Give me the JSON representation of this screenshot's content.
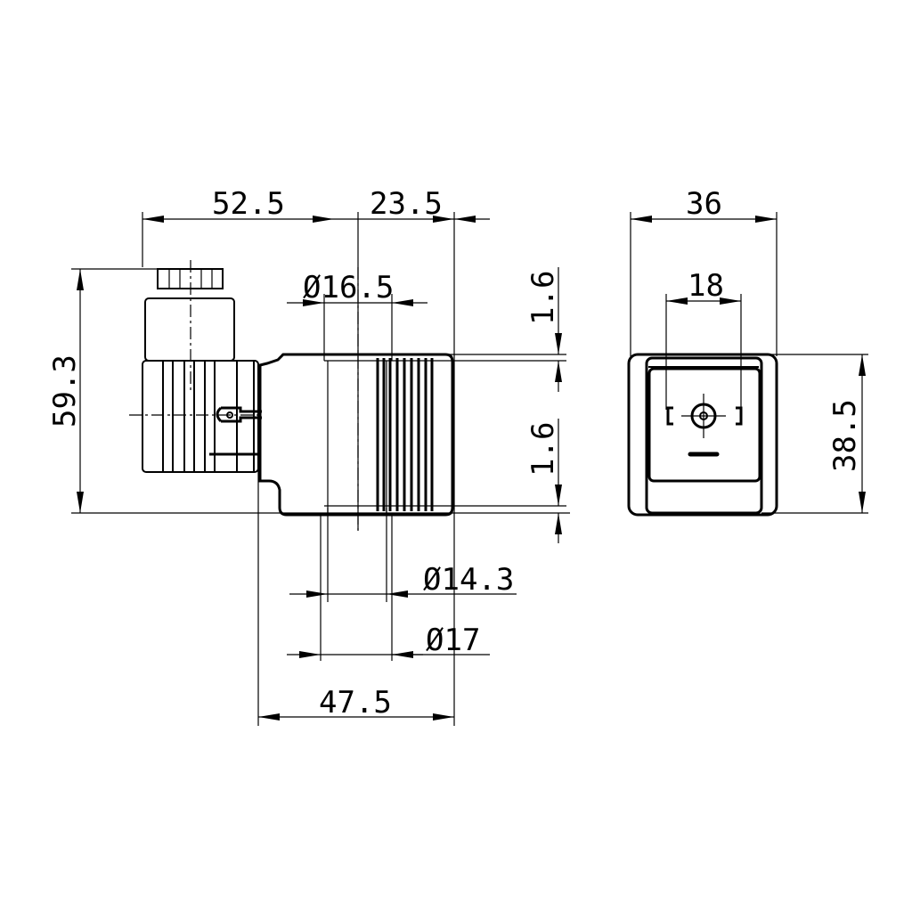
{
  "drawing": {
    "side_view": {
      "dims": {
        "width_left": "52.5",
        "width_right": "23.5",
        "dia_top": "Ø16.5",
        "height": "59.3",
        "gap_top": "1.6",
        "gap_bottom": "1.6",
        "dia_inner": "Ø14.3",
        "dia_outer": "Ø17",
        "body_length": "47.5"
      }
    },
    "front_view": {
      "dims": {
        "width": "36",
        "pin_spacing": "18",
        "height": "38.5"
      }
    }
  }
}
